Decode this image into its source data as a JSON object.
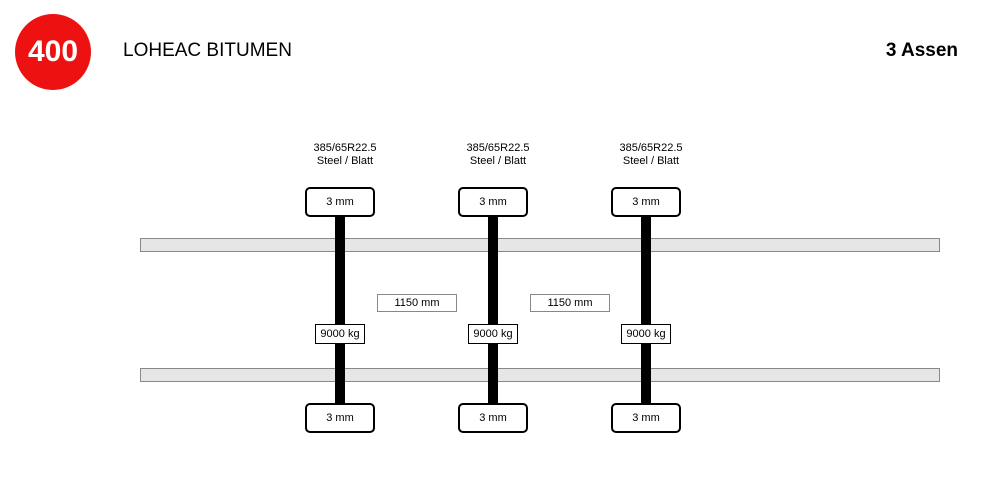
{
  "header": {
    "badge": "400",
    "title": "LOHEAC BITUMEN",
    "axles_label": "3 Assen"
  },
  "axles": [
    {
      "tire_size": "385/65R22.5",
      "tire_type": "Steel / Blatt",
      "top_wheel": "3 mm",
      "bottom_wheel": "3 mm",
      "load": "9000 kg"
    },
    {
      "tire_size": "385/65R22.5",
      "tire_type": "Steel / Blatt",
      "top_wheel": "3 mm",
      "bottom_wheel": "3 mm",
      "load": "9000 kg"
    },
    {
      "tire_size": "385/65R22.5",
      "tire_type": "Steel / Blatt",
      "top_wheel": "3 mm",
      "bottom_wheel": "3 mm",
      "load": "9000 kg"
    }
  ],
  "distances": [
    "1150 mm",
    "1150 mm"
  ],
  "colors": {
    "badge_bg": "#ee1111",
    "badge_text": "#ffffff",
    "rail_fill": "#e6e6e6",
    "rail_border": "#888888",
    "shaft": "#000000"
  }
}
